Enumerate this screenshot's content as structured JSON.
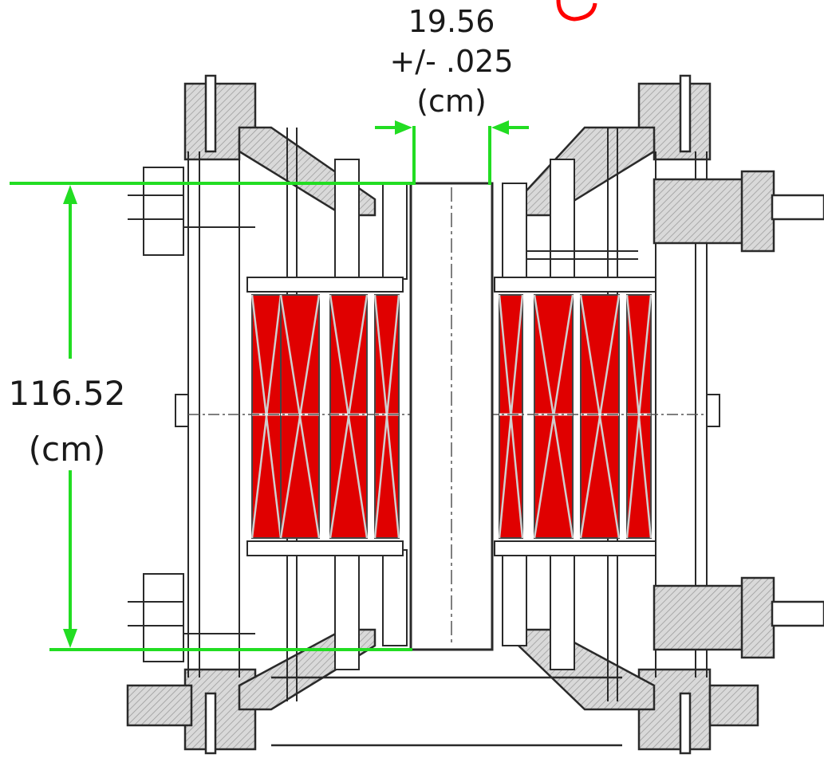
{
  "figure": {
    "gap_dimension": {
      "value": "19.56",
      "tolerance": "+/- .025",
      "unit": "(cm)"
    },
    "height_dimension": {
      "value": "116.52",
      "unit": "(cm)"
    }
  },
  "colors": {
    "coil_fill": "#e00000",
    "dimension_line": "#22dd22",
    "hatch": "#bfbfbf",
    "line": "#2a2a2a",
    "title_accent": "#ff0000"
  }
}
